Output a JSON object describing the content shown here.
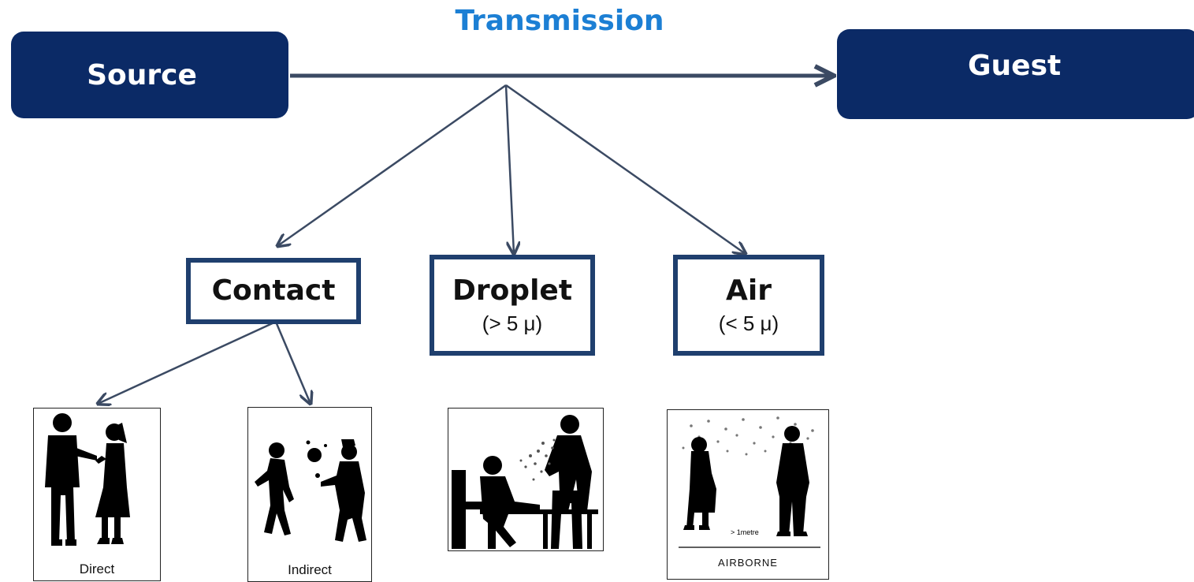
{
  "diagram": {
    "title": "Transmission",
    "title_color": "#1c7fd4",
    "node_color": "#0b2a66",
    "border_color": "#1f3f6e",
    "arrow_color": "#3b4a63",
    "source": {
      "label": "Source"
    },
    "guest": {
      "label": "Guest"
    },
    "routes": {
      "contact": {
        "label": "Contact"
      },
      "droplet": {
        "label": "Droplet",
        "sub": "(> 5 μ)"
      },
      "air": {
        "label": "Air",
        "sub": "(< 5 μ)"
      }
    },
    "illustrations": {
      "direct": {
        "caption": "Direct"
      },
      "indirect": {
        "caption": "Indirect"
      },
      "droplet": {
        "caption": ""
      },
      "airborne": {
        "caption": "AIRBORNE",
        "distance_note": "> 1metre"
      }
    }
  }
}
